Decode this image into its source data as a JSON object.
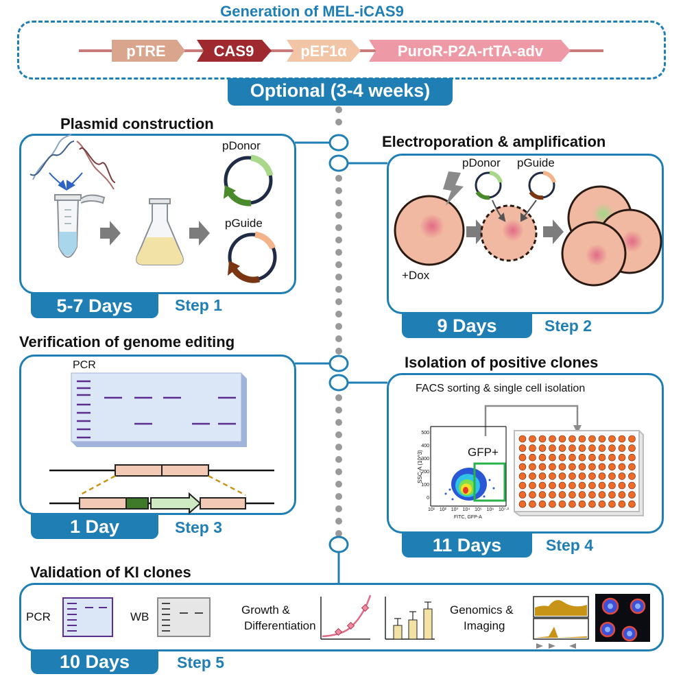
{
  "header": {
    "title": "Generation of MEL-iCAS9",
    "construct": [
      "pTRE",
      "CAS9",
      "pEF1α",
      "PuroR-P2A-rtTA-adv"
    ],
    "optional_label": "Optional (3-4 weeks)"
  },
  "step1": {
    "title": "Plasmid construction",
    "duration": "5-7 Days",
    "step_label": "Step 1",
    "donor_label": "pDonor",
    "guide_label": "pGuide"
  },
  "step2": {
    "title": "Electroporation & amplification",
    "duration": "9 Days",
    "step_label": "Step 2",
    "donor_label": "pDonor",
    "guide_label": "pGuide",
    "dox_label": "+Dox"
  },
  "step3": {
    "title": "Verification of genome editing",
    "duration": "1 Day",
    "step_label": "Step 3",
    "pcr_label": "PCR"
  },
  "step4": {
    "title": "Isolation of positive clones",
    "subtitle": "FACS sorting & single cell isolation",
    "gate_label": "GFP+",
    "y_axis_label": "SSC-A (10^3)",
    "x_axis_label": "FITC, GFP-A",
    "y_ticks": [
      "500",
      "400",
      "300",
      "200",
      "100",
      "0"
    ],
    "x_ticks": [
      "10¹",
      "10²",
      "10³",
      "10⁴",
      "10⁵",
      "10⁶",
      "10⁷·²"
    ],
    "duration": "11 Days",
    "step_label": "Step 4"
  },
  "step5": {
    "title": "Validation of KI clones",
    "pcr_label": "PCR",
    "wb_label": "WB",
    "growth_label_1": "Growth &",
    "growth_label_2": "Differentiation",
    "genomics_label_1": "Genomics &",
    "genomics_label_2": "Imaging",
    "duration": "10 Days",
    "step_label": "Step 5"
  },
  "colors": {
    "accent": "#1f7fb4",
    "ptre": "#d9a58c",
    "cas9": "#9e2a2f",
    "pef1a": "#f2c5a6",
    "puro": "#ee9aa6",
    "cell": "#f1b9a1",
    "green_arrow": "#4a8a2c",
    "brown_arrow": "#7a3512",
    "gel": "#c9d9f2",
    "band": "#5b2d8e"
  }
}
